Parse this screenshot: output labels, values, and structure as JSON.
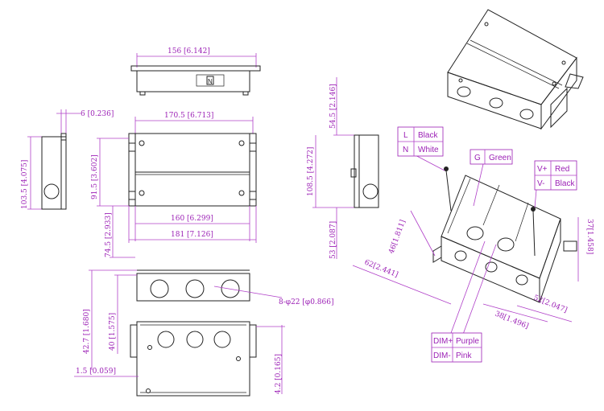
{
  "dimensions": {
    "top_width": "156 [6.142]",
    "side_depth": "6 [0.236]",
    "front_width": "170.5 [6.713]",
    "front_height_left": "103.5 [4.075]",
    "front_inner_height": "91.5 [3.602]",
    "front_lower": "74.5 [2.933]",
    "front_inner_width": "160 [6.299]",
    "front_outer_width": "181 [7.126]",
    "right_top": "54.5 [2.146]",
    "right_mid": "108.5 [4.272]",
    "right_bottom": "53 [2.087]",
    "bottom_height": "42.7 [1.680]",
    "bottom_inner": "40 [1.575]",
    "knockouts": "8-φ22 [φ0.866]",
    "flange": "1.5 [0.059]",
    "flange_right": "4.2 [0.165]",
    "iso_46": "46[1.811]",
    "iso_62": "62[2.441]",
    "iso_38": "38[1.496]",
    "iso_52": "52[2.047]",
    "iso_37": "37[1.458]"
  },
  "wiring": {
    "l_code": "L",
    "l_color": "Black",
    "n_code": "N",
    "n_color": "White",
    "g_code": "G",
    "g_color": "Green",
    "vplus_code": "V+",
    "vplus_color": "Red",
    "vminus_code": "V-",
    "vminus_color": "Black",
    "dimplus_code": "DIM+",
    "dimplus_color": "Purple",
    "dimminus_code": "DIM-",
    "dimminus_color": "Pink"
  },
  "label_badge": "N"
}
